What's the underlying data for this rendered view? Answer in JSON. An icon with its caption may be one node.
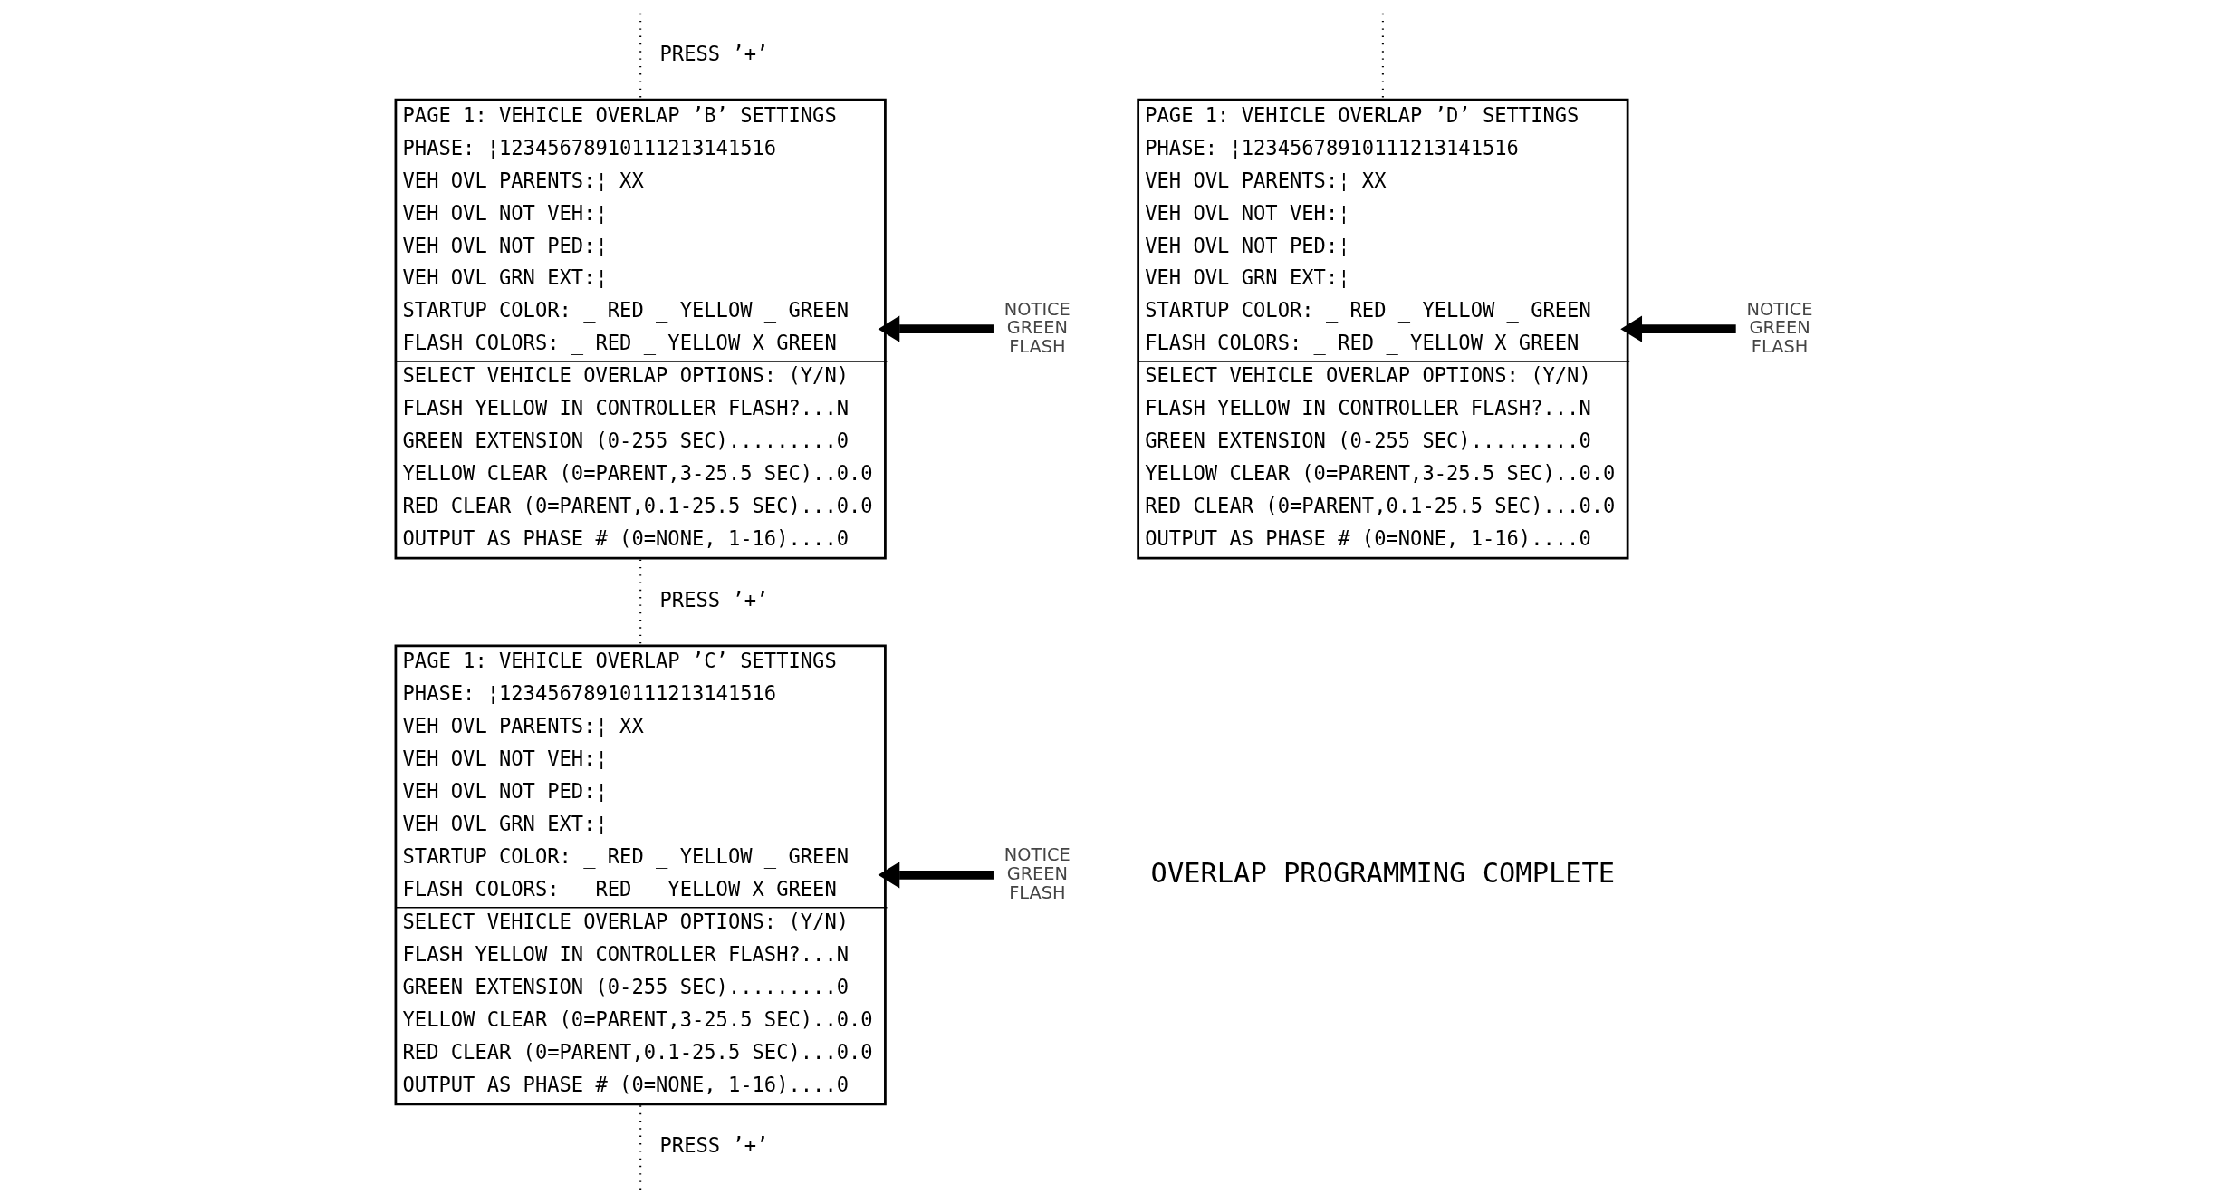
{
  "diagram": {
    "nodes": [
      {
        "text": [
          "PAGE 1: VEHICLE OVERLAP ’B’ SETTINGS",
          "PHASE: ¦12345678910111213141516",
          "VEH OVL PARENTS:¦ XX",
          "VEH OVL NOT VEH:¦",
          "VEH OVL NOT PED:¦",
          "VEH OVL GRN EXT:¦",
          "STARTUP COLOR: _ RED _ YELLOW _ GREEN",
          "FLASH COLORS: _ RED _ YELLOW X GREEN",
          "SELECT VEHICLE OVERLAP OPTIONS: (Y/N)",
          "FLASH YELLOW IN CONTROLLER FLASH?...N",
          "GREEN EXTENSION (0-255 SEC).........0",
          "YELLOW CLEAR (0=PARENT,3-25.5 SEC)..0.0",
          "RED CLEAR (0=PARENT,0.1-25.5 SEC)...0.0",
          "OUTPUT AS PHASE # (0=NONE, 1-16)....0"
        ]
      },
      {
        "text": [
          "NOTICE GREEN FLASH"
        ]
      },
      {
        "text": [
          "PAGE 1: VEHICLE OVERLAP ’C’ SETTINGS",
          "PHASE: ¦12345678910111213141516",
          "VEH OVL PARENTS:¦ XX",
          "VEH OVL NOT VEH:¦",
          "VEH OVL NOT PED:¦",
          "VEH OVL GRN EXT:¦",
          "STARTUP COLOR: _ RED _ YELLOW _ GREEN",
          "FLASH COLORS: _ RED _ YELLOW X GREEN",
          "SELECT VEHICLE OVERLAP OPTIONS: (Y/N)",
          "FLASH YELLOW IN CONTROLLER FLASH?...N",
          "GREEN EXTENSION (0-255 SEC).........0",
          "YELLOW CLEAR (0=PARENT,3-25.5 SEC)..0.0",
          "RED CLEAR (0=PARENT,0.1-25.5 SEC)...0.0",
          "OUTPUT AS PHASE # (0=NONE, 1-16)....0"
        ]
      },
      {
        "text": [
          "NOTICE GREEN FLASH"
        ]
      },
      {
        "text": [
          "PAGE 1: VEHICLE OVERLAP ’D’ SETTINGS",
          "PHASE: ¦12345678910111213141516",
          "VEH OVL PARENTS:¦ XX",
          "VEH OVL NOT VEH:¦",
          "VEH OVL NOT PED:¦",
          "VEH OVL GRN EXT:¦",
          "STARTUP COLOR: _ RED _ YELLOW _ GREEN",
          "FLASH COLORS: _ RED _ YELLOW X GREEN",
          "SELECT VEHICLE OVERLAP OPTIONS: (Y/N)",
          "FLASH YELLOW IN CONTROLLER FLASH?...N",
          "GREEN EXTENSION (0-255 SEC).........0",
          "YELLOW CLEAR (0=PARENT,3-25.5 SEC)..0.0",
          "RED CLEAR (0=PARENT,0.1-25.5 SEC)...0.0",
          "OUTPUT AS PHASE # (0=NONE, 1-16)....0"
        ]
      },
      {
        "text": [
          "NOTICE GREEN FLASH"
        ]
      }
    ],
    "edges": [
      {
        "from": null,
        "to": 0,
        "arrow": "none",
        "style": "dashed",
        "label": "PRESS ’+’"
      },
      {
        "from": 0,
        "to": 2,
        "arrow": "none",
        "style": "dashed",
        "label": "PRESS ’+’"
      },
      {
        "from": 2,
        "to": null,
        "arrow": "none",
        "style": "dashed",
        "label": "PRESS ’+’"
      },
      {
        "from": null,
        "to": 4,
        "arrow": "none",
        "style": "dashed"
      },
      {
        "from": 1,
        "to": 0,
        "arrow": "to",
        "style": "thick"
      },
      {
        "from": 3,
        "to": 2,
        "arrow": "to",
        "style": "thick"
      },
      {
        "from": 5,
        "to": 4,
        "arrow": "to",
        "style": "thick"
      }
    ],
    "labels": [
      "OVERLAP PROGRAMMING COMPLETE"
    ]
  }
}
